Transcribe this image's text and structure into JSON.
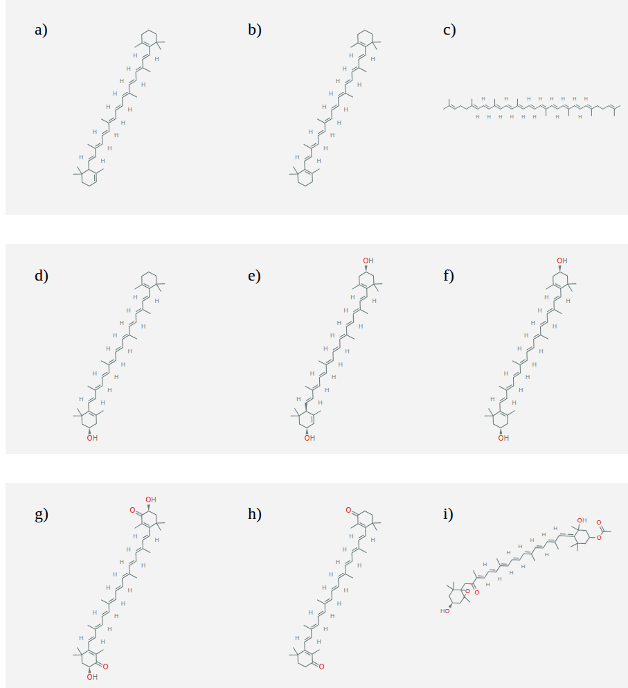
{
  "diagram": {
    "nodes": [
      {
        "text": [
          "a)",
          "b)",
          "c)"
        ]
      },
      {
        "text": [
          "d)",
          "e)",
          "f)"
        ]
      },
      {
        "text": [
          "g)",
          "h)",
          "i)"
        ]
      }
    ],
    "labels": [
      "H",
      "H",
      "H",
      "H",
      "H",
      "H",
      "H",
      "H",
      "H",
      "H",
      "H",
      "H",
      "H",
      "H",
      "H",
      "H",
      "H",
      "H",
      "H",
      "H",
      "H",
      "H",
      "H",
      "H",
      "H",
      "H",
      "H",
      "H",
      "H",
      "H",
      "H",
      "H",
      "H",
      "H",
      "H",
      "H",
      "H",
      "H",
      "H",
      "H",
      "H",
      "H",
      "H",
      "H",
      "O",
      "H",
      "H",
      "H",
      "H",
      "H",
      "H",
      "H",
      "H",
      "H",
      "H",
      "H",
      "H",
      "H",
      "H",
      "H",
      "O",
      "H",
      "H",
      "H",
      "H",
      "H",
      "H",
      "H",
      "H",
      "H",
      "H",
      "H",
      "H",
      "H",
      "H",
      "H",
      "O",
      "H",
      "O",
      "H",
      "H",
      "H",
      "H",
      "H",
      "H",
      "H",
      "H",
      "H",
      "H",
      "H",
      "H",
      "H",
      "H",
      "H",
      "O",
      "H",
      "O",
      "H",
      "O",
      "H",
      "H",
      "H",
      "H",
      "H",
      "H",
      "H",
      "H",
      "H",
      "H",
      "H",
      "H",
      "H",
      "H",
      "O",
      "H",
      "O",
      "O",
      "H",
      "H",
      "H",
      "H",
      "H",
      "H",
      "H",
      "H",
      "H",
      "H",
      "H",
      "H",
      "H",
      "H",
      "O",
      "O",
      "H",
      "O",
      "O",
      "H",
      "H",
      "H",
      "H",
      "H",
      "H",
      "H",
      "H",
      "H",
      "H",
      "H",
      "O",
      "H",
      "O",
      "O"
    ]
  }
}
